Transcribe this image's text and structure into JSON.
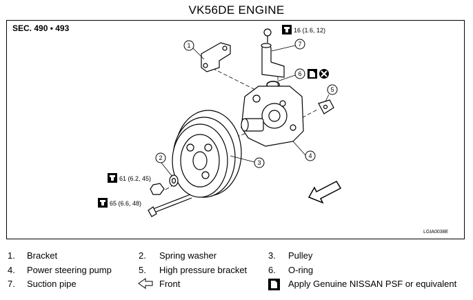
{
  "title": "VK56DE ENGINE",
  "section": "SEC. 490 • 493",
  "figure_code": "LGIA0038E",
  "callouts": [
    "1",
    "2",
    "3",
    "4",
    "5",
    "6",
    "7"
  ],
  "torques": {
    "t16": "16 (1.6, 12)",
    "t61": "61 (6.2, 45)",
    "t65": "65 (6.6, 48)"
  },
  "icons": {
    "torque": "torque-wrench-icon",
    "psf": "psf-fluid-icon",
    "nonreusable": "do-not-reuse-icon",
    "front": "front-arrow-icon"
  },
  "legend": [
    {
      "num": "1.",
      "label": "Bracket"
    },
    {
      "num": "2.",
      "label": "Spring washer"
    },
    {
      "num": "3.",
      "label": "Pulley"
    },
    {
      "num": "4.",
      "label": "Power steering pump"
    },
    {
      "num": "5.",
      "label": "High pressure bracket"
    },
    {
      "num": "6.",
      "label": "O-ring"
    },
    {
      "num": "7.",
      "label": "Suction pipe"
    },
    {
      "num": "",
      "label": "Front"
    },
    {
      "num": "",
      "label": "Apply Genuine NISSAN PSF or equivalent"
    }
  ]
}
